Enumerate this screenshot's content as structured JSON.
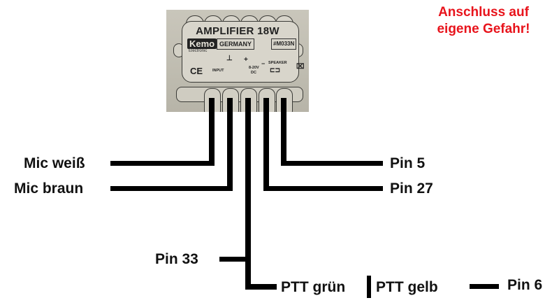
{
  "warning": {
    "line1": "Anschluss auf",
    "line2": "eigene Gefahr!",
    "color": "#e8141c"
  },
  "module": {
    "title": "AMPLIFIER 18W",
    "brand": "Kemo",
    "brand_sub": "Electronic",
    "country": "GERMANY",
    "model": "#M033N",
    "mark_ce": "CE",
    "input_label": "INPUT",
    "plus": "+",
    "minus": "−",
    "supply": "8-20V",
    "supply_unit": "DC",
    "speaker_label": "SPEAKER"
  },
  "connections": {
    "left": [
      {
        "label": "Mic weiß"
      },
      {
        "label": "Mic braun"
      }
    ],
    "right": [
      {
        "label": "Pin 5"
      },
      {
        "label": "Pin 27"
      }
    ],
    "supply_branch": {
      "label": "Pin 33"
    },
    "ptt": {
      "green": "PTT grün",
      "yellow": "PTT gelb",
      "pin": "Pin 6"
    }
  }
}
